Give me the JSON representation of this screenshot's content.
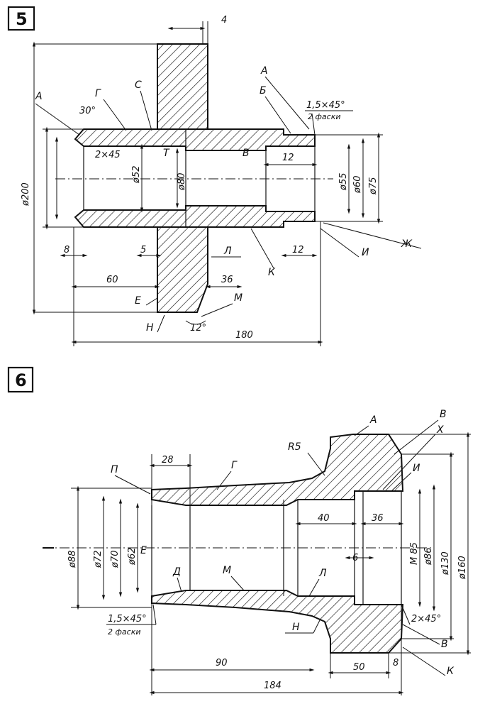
{
  "figure5": {
    "number": "5",
    "labels": {
      "A_left": "А",
      "G": "Г",
      "S": "С",
      "T": "Т",
      "V": "В",
      "A_right": "А",
      "B": "Б",
      "chamfer": "1,5×45°",
      "chamfer_sub": "2 фаски",
      "L": "Л",
      "K": "К",
      "I": "И",
      "Zh": "Ж",
      "E": "Е",
      "M": "М",
      "N": "Н"
    },
    "dimensions": {
      "top_gap": "4",
      "angle": "30°",
      "chamfer2": "2×45",
      "d52": "ø52",
      "d80": "ø80",
      "len12_top": "12",
      "d55": "ø55",
      "d60": "ø60",
      "d75": "ø75",
      "d200": "ø200",
      "w8": "8",
      "w5": "5",
      "len12_bottom": "12",
      "len60": "60",
      "len36": "36",
      "angle12": "12°",
      "len180": "180"
    }
  },
  "figure6": {
    "number": "6",
    "labels": {
      "A": "А",
      "V_top": "В",
      "X": "Х",
      "R5": "R5",
      "P": "П",
      "G": "Г",
      "I": "И",
      "E": "Е",
      "D": "Д",
      "M": "М",
      "L": "Л",
      "N": "Н",
      "V_bottom": "В",
      "K": "К",
      "chamfer": "1,5×45°",
      "chamfer_sub": "2 фаски",
      "chamfer2": "2×45°"
    },
    "dimensions": {
      "len28": "28",
      "len40": "40",
      "len36": "36",
      "d88": "ø88",
      "d72": "ø72",
      "d70": "ø70",
      "d62": "ø62",
      "w6": "6",
      "m85": "М 85",
      "d86": "ø86",
      "d130": "ø130",
      "d160": "ø160",
      "len90": "90",
      "len50": "50",
      "w8": "8",
      "len184": "184"
    }
  }
}
